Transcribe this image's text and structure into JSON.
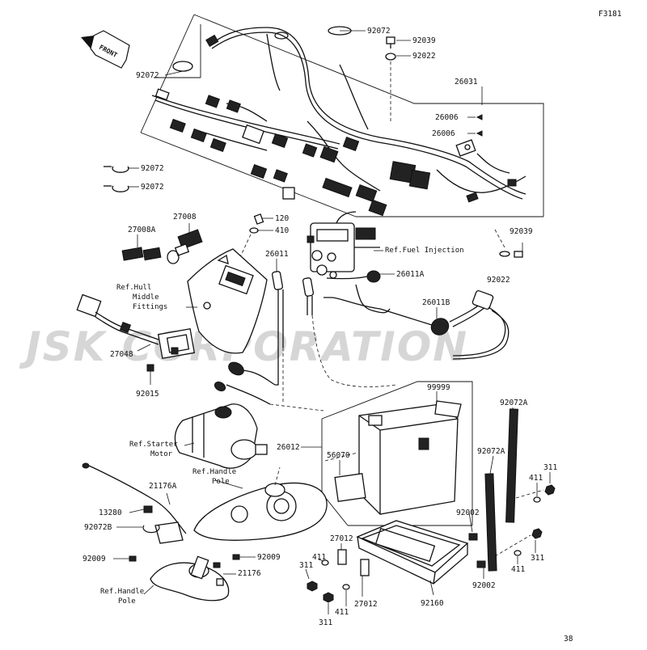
{
  "page": {
    "figure_code": "F3181",
    "page_number": "38"
  },
  "watermark": {
    "text": "JSK CORPORATION"
  },
  "direction": {
    "label": "FRONT"
  },
  "labels": {
    "p92072_top": "92072",
    "p92072_left": "92072",
    "p92072_a": "92072",
    "p92072_b": "92072",
    "p92039_top": "92039",
    "p92022_top": "92022",
    "p26031": "26031",
    "p26006_a": "26006",
    "p26006_b": "26006",
    "p120": "120",
    "p410": "410",
    "p27008": "27008",
    "p27008A": "27008A",
    "p26011": "26011",
    "p26011A": "26011A",
    "p26011B": "26011B",
    "p92039_right": "92039",
    "p92022_right": "92022",
    "p27048": "27048",
    "p92015": "92015",
    "p99999": "99999",
    "p26012": "26012",
    "p56070": "56070",
    "p92072A_a": "92072A",
    "p92072A_b": "92072A",
    "p311_a": "311",
    "p311_b": "311",
    "p311_c": "311",
    "p311_d": "311",
    "p411_a": "411",
    "p411_b": "411",
    "p411_c": "411",
    "p411_d": "411",
    "p92002_a": "92002",
    "p92002_b": "92002",
    "p21176A": "21176A",
    "p13280": "13280",
    "p92072B": "92072B",
    "p92009_a": "92009",
    "p92009_b": "92009",
    "p21176": "21176",
    "p27012_a": "27012",
    "p27012_b": "27012",
    "p92160": "92160"
  },
  "refs": {
    "fuel_injection": "Ref.Fuel Injection",
    "hull_middle_fittings": [
      "Ref.Hull",
      "Middle",
      "Fittings"
    ],
    "starter_motor": [
      "Ref.Starter",
      "Motor"
    ],
    "handle_pole_top": [
      "Ref.Handle",
      "Pole"
    ],
    "handle_pole_bottom": [
      "Ref.Handle",
      "Pole"
    ]
  }
}
